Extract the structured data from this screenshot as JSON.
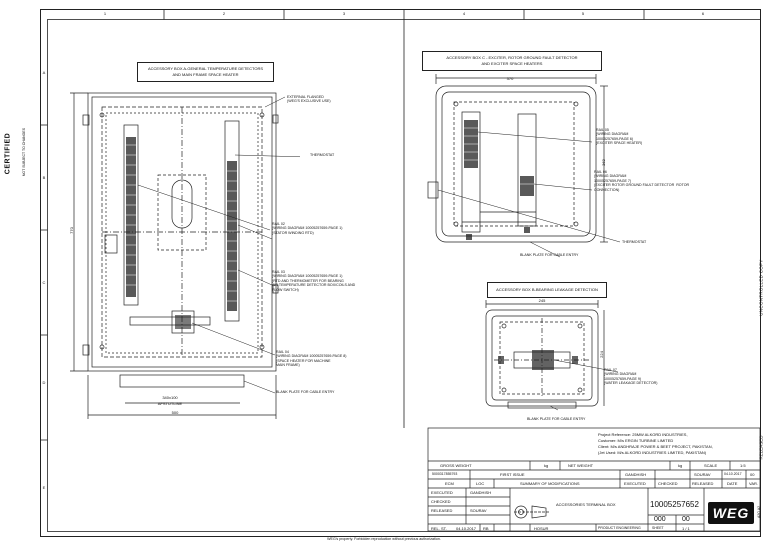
{
  "frame": {
    "columns": [
      "1",
      "2",
      "3",
      "4",
      "5",
      "6"
    ],
    "rows": [
      "A",
      "B",
      "C",
      "D",
      "E"
    ]
  },
  "side": {
    "certified": "CERTIFIED",
    "not_subject": "NOT SUBJECT TO CHANGES",
    "uncontrolled": "UNCONTROLLED COPY",
    "released": "RELEASED",
    "rev_code": "A2O  A2"
  },
  "view1": {
    "title_line1": "ACCESSORY BOX A-GENERAL TEMPERATURE DETECTORS",
    "title_line2": "AND MAIN FRAME SPACE HEATER",
    "height_dim": "770",
    "width_dim": "500",
    "cutout_dim_line1": "340x100",
    "cutout_dim_line2": "AFSTUTLINE",
    "callouts": [
      {
        "id": "c1",
        "text": "EXTERNAL FLANGED\n(WEG'S EXCLUSIVE USE)"
      },
      {
        "id": "c2",
        "text": "THERMOSTAT"
      },
      {
        "id": "c3",
        "text": "RAIL 02\n(WIRING DIAGRAM 10005257659-PAGE 1)\n(STATOR WINDING RTD)"
      },
      {
        "id": "c4",
        "text": "RAIL 03\n(WIRING DIAGRAM 10005257659-PAGE 1)\n(RTD AND THERMOMETER FOR BEARING\nAIR TEMPERATURE DETECTOR BOX/COILS AND\nFLOW SWITCH)"
      },
      {
        "id": "c5",
        "text": "RAIL 04\n(WIRING DIAGRAM 10005257659-PAGE 8)\n(SPACE HEATER FOR MACHINE\nMAIN FRAME)"
      },
      {
        "id": "c6",
        "text": "BLANK PLATE FOR CABLE ENTRY"
      }
    ]
  },
  "view2": {
    "title_line1": "ACCESSORY BOX C - EXCITER, ROTOR GROUND FAULT DETECTOR",
    "title_line2": "AND EXCITER SPACE HEATERS",
    "width_dim": "370",
    "height_dim": "362",
    "callouts": [
      {
        "id": "d1",
        "text": "RAIL 05\n(WIRING DIAGRAM\n10005257659-PAGE 6)\n(EXCITER SPACE HEATER)"
      },
      {
        "id": "d2",
        "text": "RAIL 06\n(WIRING DIAGRAM\n10005257659-PAGE 7)\n(EXCITER ROTOR GROUND FAULT DETECTOR  ROTOR\nCONNECTION)"
      },
      {
        "id": "d3",
        "text": "THERMOSTAT"
      },
      {
        "id": "d4",
        "text": "BLANK PLATE FOR CABLE ENTRY"
      }
    ]
  },
  "view3": {
    "title": "ACCESSORY BOX B-BEARING LEAKAGE DETECTION",
    "width_dim": "245",
    "height_dim": "224",
    "callouts": [
      {
        "id": "e1",
        "text": "RAIL 07\n(WIRING DIAGRAM\n10005257659-PAGE 9)\n(WATER LEAKAGE DETECTOR)"
      },
      {
        "id": "e2",
        "text": "BLANK PLATE FOR CABLE ENTRY"
      }
    ]
  },
  "titleblock": {
    "project_lines": [
      "Project Reference: 25MW ALKORD INDUSTRIES,",
      "Customer: M/s ERGIN TURBINE LIMITED",
      "Client: M/s ANDHRAJE POWER & BEET PROJECT, PAKISTAN,",
      "(Jet Used: M/s ALKORD INDUSTRIES LIMITED, PAKISTAN)"
    ],
    "gross_weight_label": "GROSS WEIGHT",
    "gross_unit": "kg",
    "net_weight_label": "NET WEIGHT",
    "net_unit": "kg",
    "scale_label": "SCALE",
    "scale_value": "1:5",
    "row1": [
      "5000317855793",
      "FIRST ISSUE",
      "GANDHISH",
      "SOURAV",
      "04.10.2017",
      "00"
    ],
    "row2": [
      "ECM",
      "LOC",
      "SUMMARY OF MODIFICATIONS",
      "EXECUTED",
      "CHECKED",
      "RELEASED",
      "DATE",
      "VAR."
    ],
    "labels": [
      "EXECUTED",
      "CHECKED",
      "RELEASED",
      "REL. ST."
    ],
    "label_vals": [
      "GANDHISH",
      "",
      "SOURAV",
      "04.10.2017"
    ],
    "rel_extra": [
      "RB",
      "HOSUR"
    ],
    "description": "ACCESSORIES TERMINAL BOX",
    "product_eng": "PRODUCT ENGINEERING",
    "drawing_no": "10005257652",
    "rev1": "000",
    "rev2": "00",
    "sheet_label": "SHEET",
    "sheet_value": "1 / 1",
    "logo": "WEG",
    "footer": "WEG's property. Forbidden reproduction without previous authorization."
  }
}
